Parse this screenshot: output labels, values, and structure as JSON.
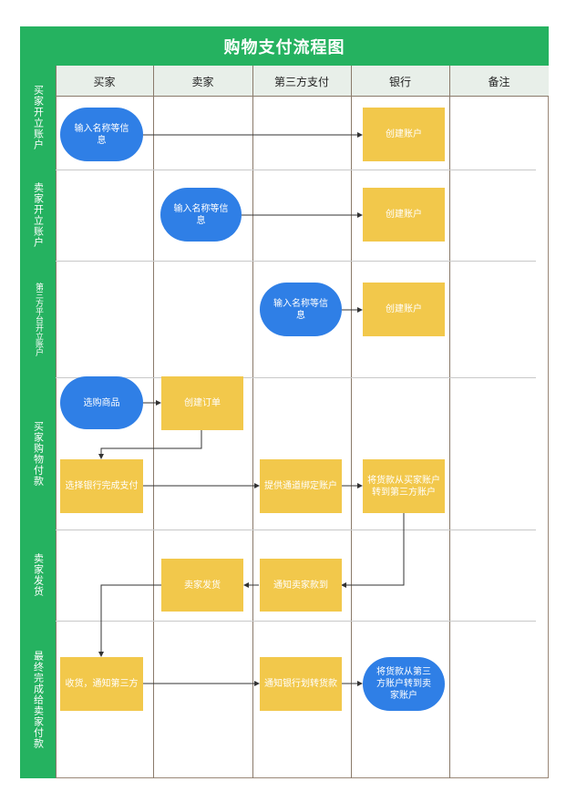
{
  "title": "购物支付流程图",
  "columns": [
    "买家",
    "卖家",
    "第三方支付",
    "银行",
    "备注"
  ],
  "lanes": [
    "买家开立账户",
    "卖家开立账户",
    "第三方平台开立账户",
    "买家购物付款",
    "卖家发货",
    "最终完成给卖家付款"
  ],
  "nodes": {
    "n1": "输入名称等信息",
    "n2": "创建账户",
    "n3": "输入名称等信息",
    "n4": "创建账户",
    "n5": "输入名称等信息",
    "n6": "创建账户",
    "n7": "选购商品",
    "n8": "创建订单",
    "n9": "选择银行完成支付",
    "n10": "提供通道绑定账户",
    "n11": "将货款从买家账户转到第三方账户",
    "n12": "通知卖家款到",
    "n13": "卖家发货",
    "n14": "收货，通知第三方",
    "n15": "通知银行划转货款",
    "n16": "将货款从第三方账户转到卖家账户"
  },
  "colors": {
    "header_green": "#25b260",
    "oval_blue": "#2f7fe6",
    "box_yellow": "#f2c84b",
    "column_header_bg": "#e8efe9"
  }
}
